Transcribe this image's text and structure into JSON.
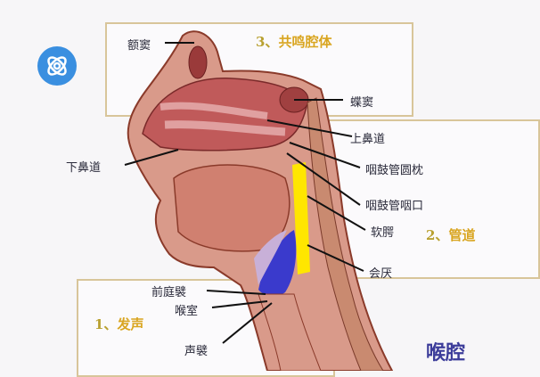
{
  "logo": {
    "icon": "atom-icon",
    "color": "#3a8fe0"
  },
  "sections": {
    "resonance": {
      "num": "3、",
      "label": "共鸣腔体"
    },
    "channel": {
      "num": "2、",
      "label": "管道"
    },
    "phonation": {
      "num": "1、",
      "label": "发声"
    }
  },
  "labels": {
    "frontal_sinus": "额窦",
    "sphenoid_sinus": "蝶窦",
    "superior_meatus": "上鼻道",
    "inferior_meatus": "下鼻道",
    "torus_tubarius": "咽鼓管圆枕",
    "pharyngeal_opening": "咽鼓管咽口",
    "soft_palate": "软腭",
    "epiglottis": "会厌",
    "vestibular_fold": "前庭襞",
    "laryngeal_ventricle": "喉室",
    "vocal_fold": "声襞"
  },
  "title": "喉腔",
  "colors": {
    "section_text": "#d9a520",
    "title": "#3c3c9a",
    "box_border": "#d8c59a",
    "highlight_yellow": "#ffe600",
    "highlight_blue": "#3a3acc"
  }
}
